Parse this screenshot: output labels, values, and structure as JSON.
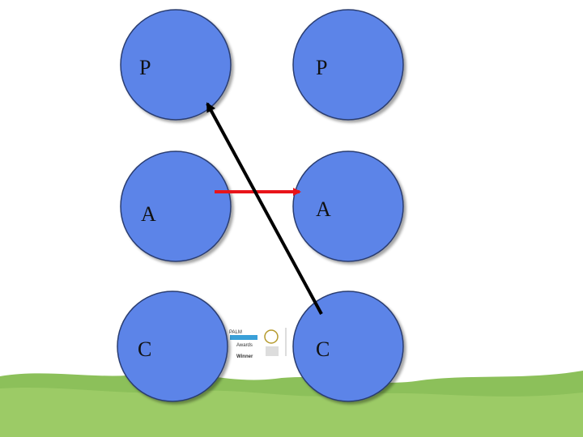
{
  "diagram": {
    "left_column": {
      "top_label": "P",
      "middle_label": "A",
      "bottom_label": "C"
    },
    "right_column": {
      "top_label": "P",
      "middle_label": "A",
      "bottom_label": "C"
    },
    "arrows": [
      {
        "from": "left A",
        "to": "right A",
        "color": "#e8141a"
      },
      {
        "from": "right C",
        "to": "left P",
        "color": "#000000"
      }
    ],
    "colors": {
      "circle_fill": "#5b84e8",
      "circle_stroke": "#2a3c70",
      "ground": "#8cc05a"
    }
  },
  "awards": {
    "line1": "Awards",
    "line2": "Winner"
  }
}
